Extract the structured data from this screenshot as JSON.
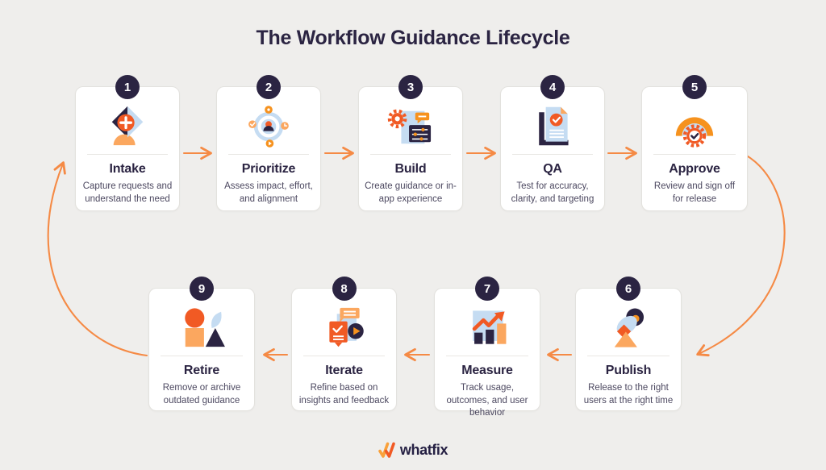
{
  "page": {
    "title": "The Workflow Guidance Lifecycle"
  },
  "colors": {
    "background": "#EFEEEC",
    "navy": "#2B2442",
    "orange": "#F15A24",
    "mid_orange": "#F6921E",
    "light_orange": "#FBA75F",
    "light_blue": "#C5DCF2",
    "arrow_orange": "#F58A45",
    "card_background": "#FFFFFF",
    "description_text": "#4C4860"
  },
  "steps": [
    {
      "number": "1",
      "title": "Intake",
      "description": "Capture requests and understand the need",
      "icon": "intake-icon"
    },
    {
      "number": "2",
      "title": "Prioritize",
      "description": "Assess impact, effort, and alignment",
      "icon": "prioritize-icon"
    },
    {
      "number": "3",
      "title": "Build",
      "description": "Create guidance or in-app experience",
      "icon": "build-icon"
    },
    {
      "number": "4",
      "title": "QA",
      "description": "Test for accuracy, clarity, and targeting",
      "icon": "qa-icon"
    },
    {
      "number": "5",
      "title": "Approve",
      "description": "Review and sign off for release",
      "icon": "approve-icon"
    },
    {
      "number": "6",
      "title": "Publish",
      "description": "Release to the right users at the right time",
      "icon": "publish-icon"
    },
    {
      "number": "7",
      "title": "Measure",
      "description": "Track usage, outcomes, and user behavior",
      "icon": "measure-icon"
    },
    {
      "number": "8",
      "title": "Iterate",
      "description": "Refine based on insights and feedback",
      "icon": "iterate-icon"
    },
    {
      "number": "9",
      "title": "Retire",
      "description": "Remove or archive outdated guidance",
      "icon": "retire-icon"
    }
  ],
  "footer": {
    "logo_text": "whatfix"
  }
}
